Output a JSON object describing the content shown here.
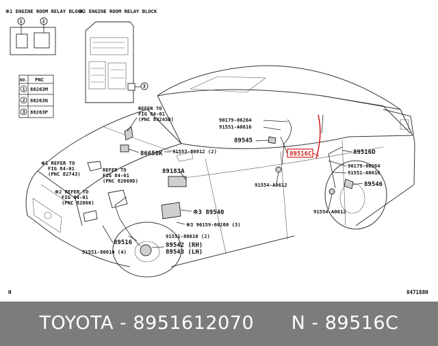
{
  "header": {
    "relay_block_1_title": "※1 ENGINE ROOM RELAY BLOCK",
    "relay_block_2_title": "※2 ENGINE ROOM RELAY BLOCK"
  },
  "relay_numbers": [
    "1",
    "2",
    "3"
  ],
  "pnc_table": {
    "headers": [
      "NO.",
      "PNC"
    ],
    "rows": [
      {
        "no": "1",
        "pnc": "88263M"
      },
      {
        "no": "2",
        "pnc": "88263N"
      },
      {
        "no": "3",
        "pnc": "88263P"
      }
    ]
  },
  "callouts": {
    "refer_fig_84_01_89245B": [
      "REFER TO",
      "FIG 84-01",
      "(PNC 89245B)"
    ],
    "refer_fig_84_01_82743": [
      "※1 REFER TO",
      "FIG 84-01",
      "(PNC 82743)"
    ],
    "refer_fig_84_01_82660D": [
      "REFER TO",
      "FIG 84-01",
      "(PNC 82660D)"
    ],
    "refer_fig_84_01_82666": [
      "※2 REFER TO",
      "FIG 84-01",
      "(PNC 82666)"
    ]
  },
  "part_labels": {
    "p86650K": "86650K",
    "p91553_80812": "91553-80812 (2)",
    "p89183A": "89183A",
    "p89540": "※3 89540",
    "p90159_60200": "※3 90159-60200 (3)",
    "p91551_80610_right": "91551-80610 (2)",
    "p89542": "89542 (RH)",
    "p89543": "89543 (LH)",
    "p89516": "89516",
    "p91551_80610_left": "91551-80610 (4)",
    "p90179_06264_top": "90179-06264",
    "p91551_A0616_top": "91551-A0616",
    "p89545": "89545",
    "p89516C": "89516C",
    "p91554_A0612_mid": "91554-A0612",
    "p89516D": "89516D",
    "p90179_06264_right": "90179-06264",
    "p91551_A0616_right": "91551-A0616",
    "p89546": "89546",
    "p91554_A0612_right": "91554-A0612"
  },
  "corner_left": "H",
  "corner_right": "847188H",
  "footer": {
    "text": "TOYOTA - 8951612070      N - 89516C"
  },
  "colors": {
    "highlight": "#d32020",
    "footer_bg": "#7c7c7c",
    "footer_text": "#ffffff"
  }
}
